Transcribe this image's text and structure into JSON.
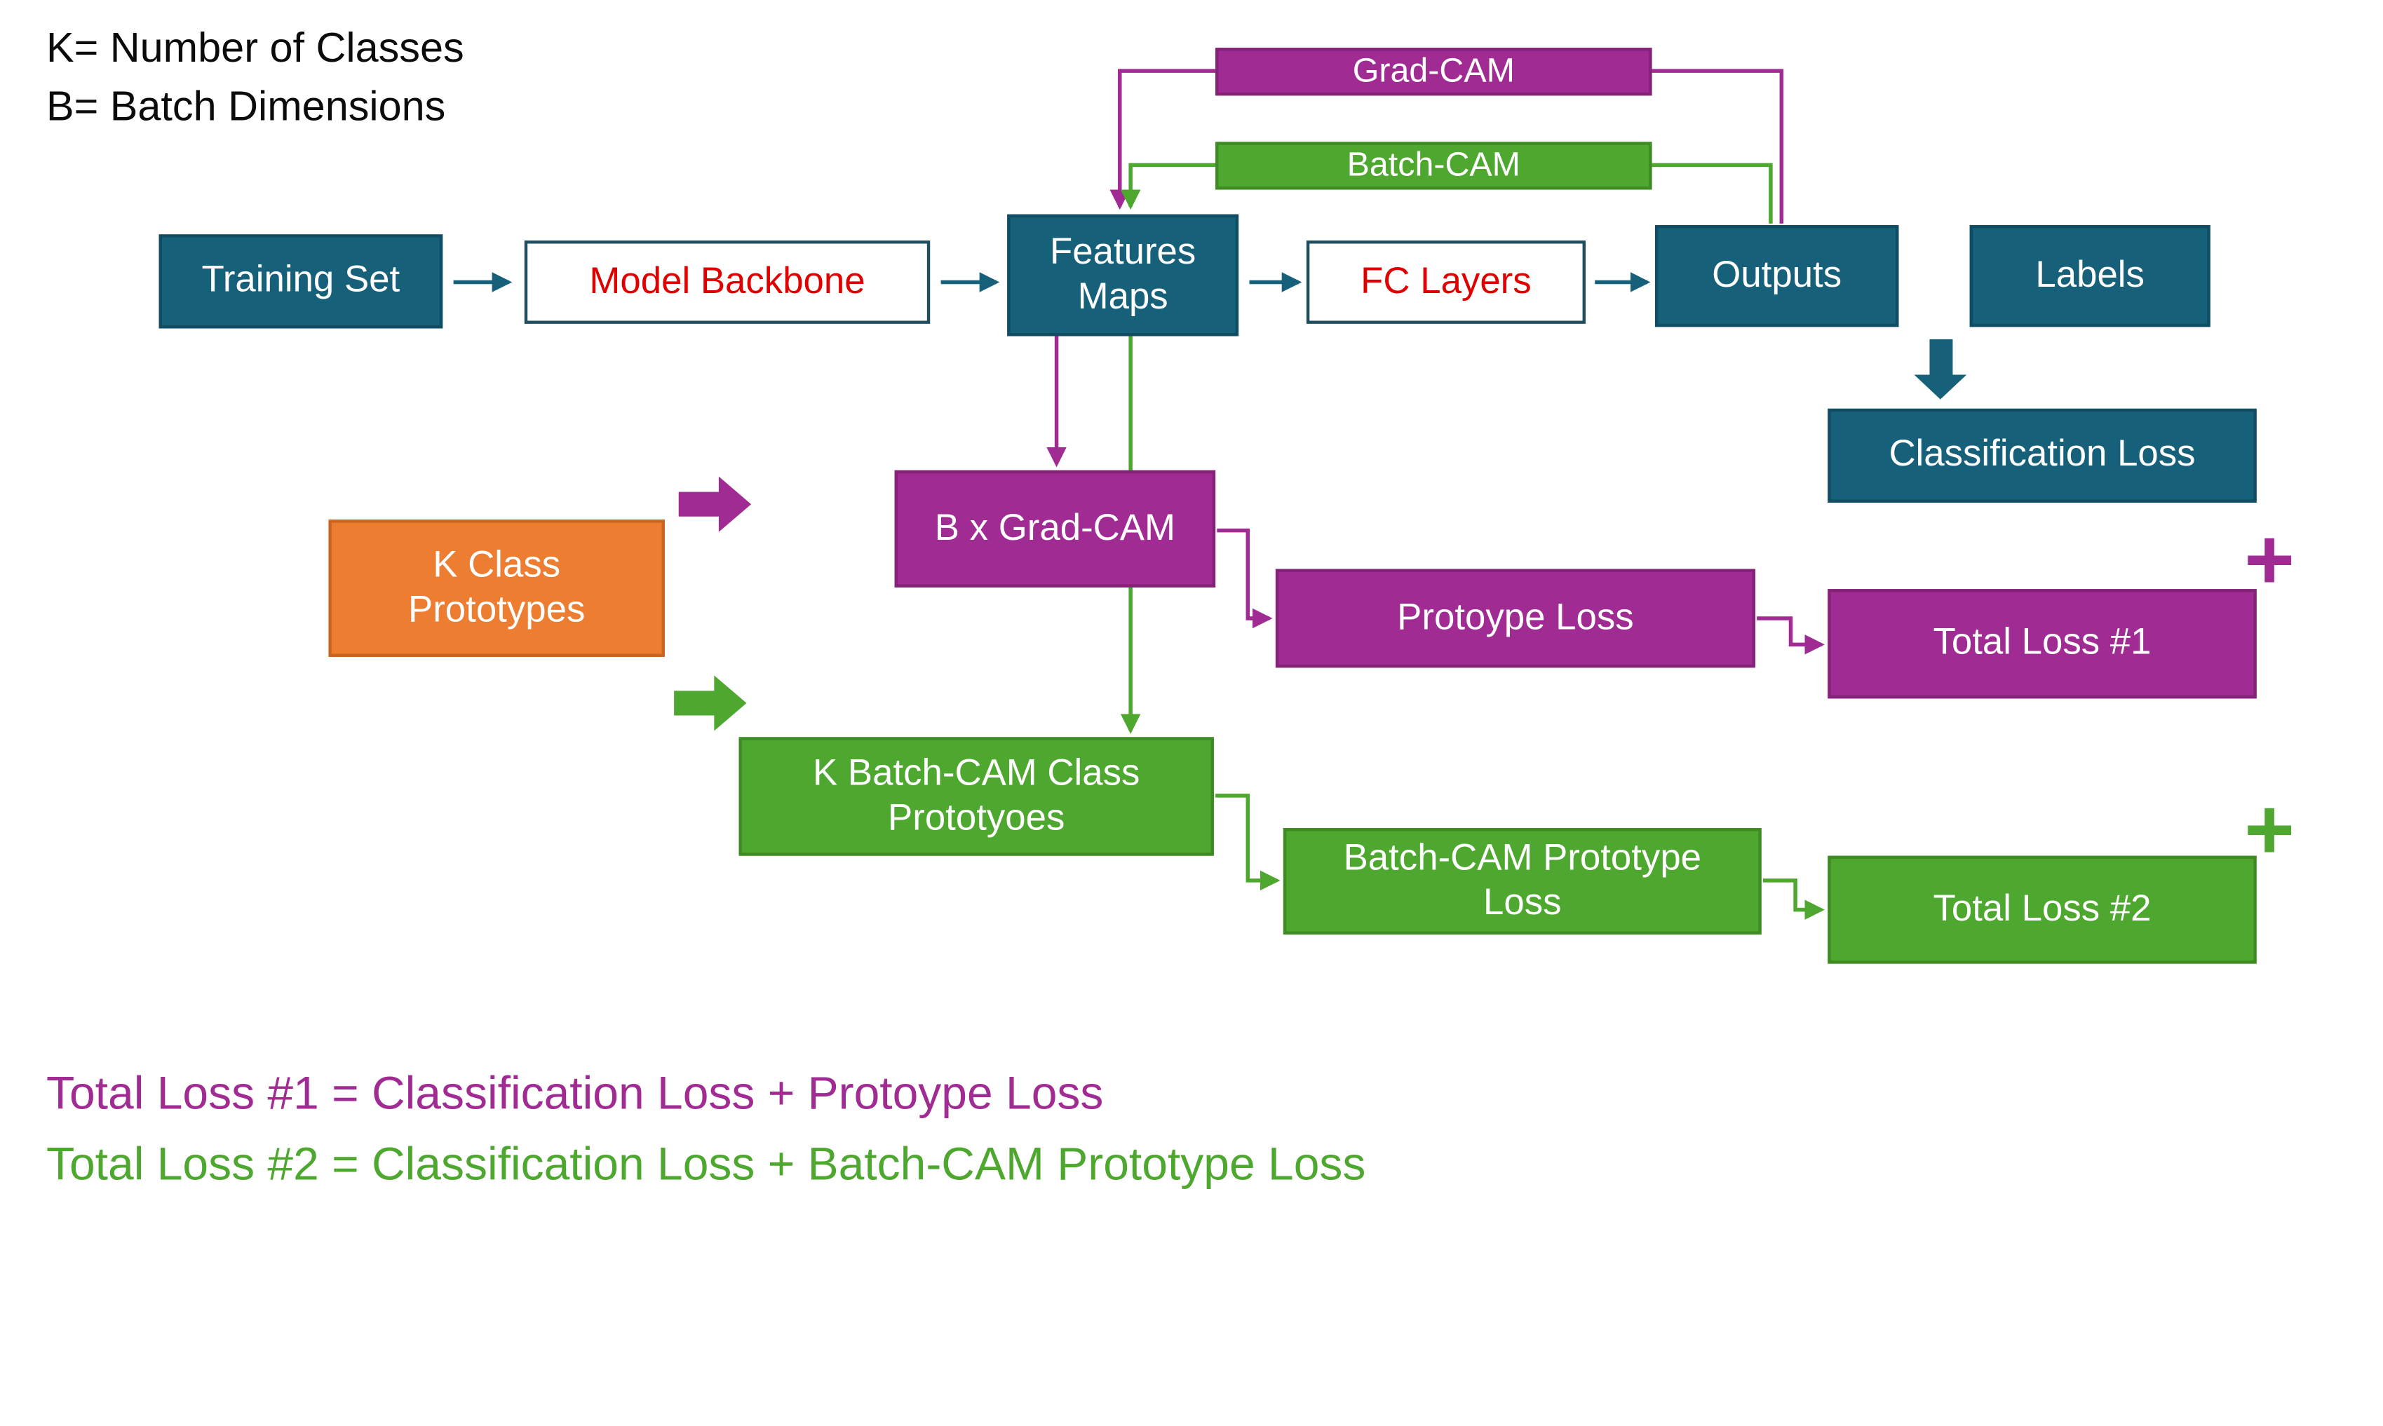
{
  "legend": {
    "line1": "K= Number of Classes",
    "line2": "B= Batch Dimensions"
  },
  "nodes": {
    "training_set": {
      "label": "Training Set"
    },
    "model_backbone": {
      "label": "Model Backbone"
    },
    "features_maps": {
      "label": "Features Maps"
    },
    "fc_layers": {
      "label": "FC Layers"
    },
    "outputs": {
      "label": "Outputs"
    },
    "labels": {
      "label": "Labels"
    },
    "grad_cam": {
      "label": "Grad-CAM"
    },
    "batch_cam": {
      "label": "Batch-CAM"
    },
    "classification_loss": {
      "label": "Classification Loss"
    },
    "k_class_prototypes": {
      "label": "K Class Prototypes"
    },
    "b_x_grad_cam": {
      "label": "B x Grad-CAM"
    },
    "prototype_loss": {
      "label": "Protoype Loss"
    },
    "total_loss_1": {
      "label": "Total Loss #1"
    },
    "k_batch_cam_class_prototypes": {
      "label": "K Batch-CAM Class Prototyoes"
    },
    "batch_cam_prototype_loss": {
      "label": "Batch-CAM Prototype Loss"
    },
    "total_loss_2": {
      "label": "Total Loss #2"
    }
  },
  "operators": {
    "plus": "+"
  },
  "equations": {
    "line1": "Total Loss #1 = Classification Loss + Protoype Loss",
    "line2": "Total Loss #2 = Classification Loss + Batch-CAM Prototype Loss"
  },
  "colors": {
    "teal": "#16607A",
    "magenta": "#A02B93",
    "green": "#4EA72E",
    "orange": "#ED7D31",
    "red_text": "#E10000"
  }
}
